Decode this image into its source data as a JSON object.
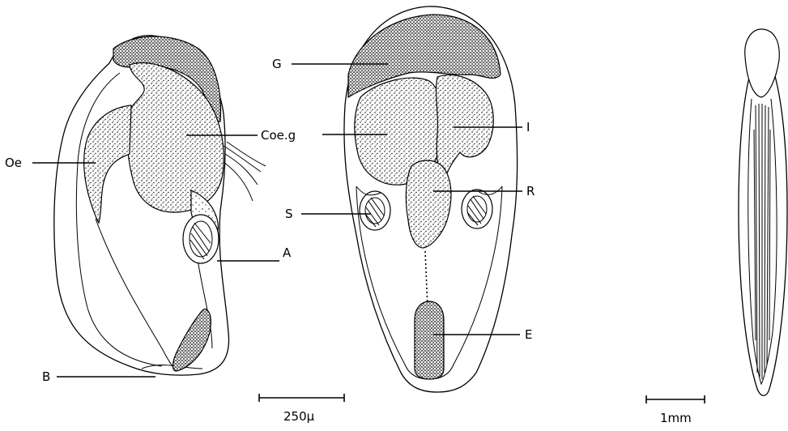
{
  "labels": {
    "G": "G",
    "Coe_g": "Coe.g",
    "I": "I",
    "Oe": "Oe",
    "R": "R",
    "S": "S",
    "A": "A",
    "E": "E",
    "B": "B"
  },
  "scale_bars": {
    "left": "250µ",
    "right": "1mm"
  },
  "colors": {
    "ink": "#000000",
    "paper": "#ffffff"
  }
}
